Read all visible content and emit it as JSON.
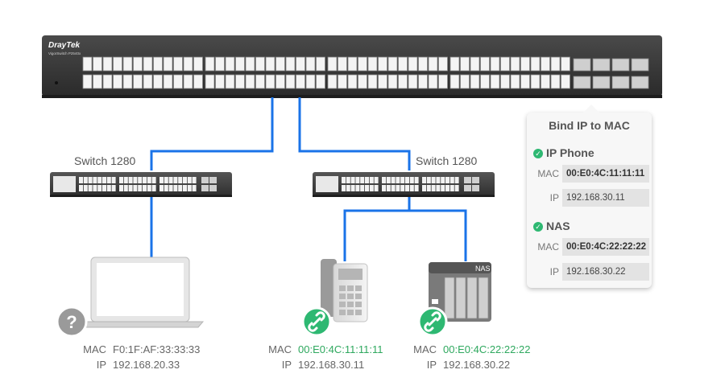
{
  "core_switch": {
    "brand": "DrayTek",
    "model": "VigorSwitch P2540x"
  },
  "switches": [
    {
      "label": "Switch 1280"
    },
    {
      "label": "Switch 1280"
    }
  ],
  "bind_panel": {
    "title": "Bind IP to MAC",
    "entries": [
      {
        "name": "IP Phone",
        "mac_key": "MAC",
        "mac": "00:E0:4C:11:11:11",
        "ip_key": "IP",
        "ip": "192.168.30.11"
      },
      {
        "name": "NAS",
        "mac_key": "MAC",
        "mac": "00:E0:4C:22:22:22",
        "ip_key": "IP",
        "ip": "192.168.30.22"
      }
    ]
  },
  "devices": [
    {
      "mac_key": "MAC",
      "mac": "F0:1F:AF:33:33:33",
      "ip_key": "IP",
      "ip": "192.168.20.33"
    },
    {
      "mac_key": "MAC",
      "mac": "00:E0:4C:11:11:11",
      "ip_key": "IP",
      "ip": "192.168.30.11"
    },
    {
      "mac_key": "MAC",
      "mac": "00:E0:4C:22:22:22",
      "ip_key": "IP",
      "ip": "192.168.30.22"
    }
  ],
  "nas_tag": "NAS",
  "colors": {
    "link": "#1a73e8",
    "bound": "#2eb872",
    "unknown": "#9a9a9a",
    "switch_body": "#3a3a3a"
  },
  "icons": {
    "bound": "link-icon",
    "unknown": "question-icon",
    "check": "check-icon"
  }
}
